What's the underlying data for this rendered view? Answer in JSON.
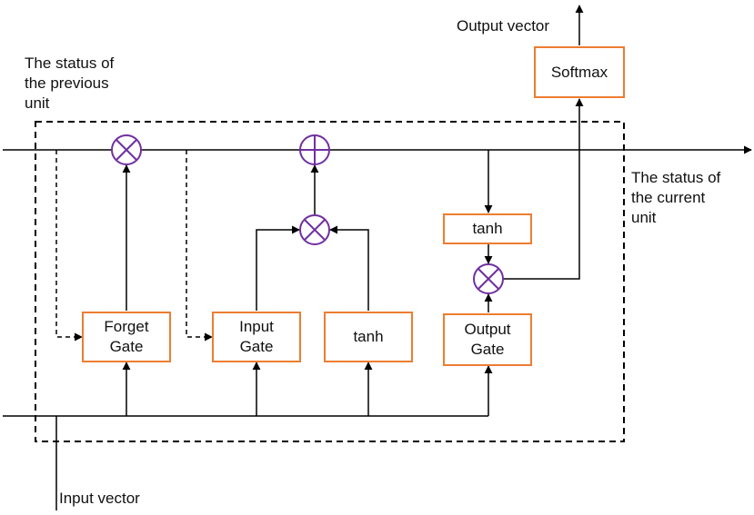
{
  "labels": {
    "output_vector": "Output vector",
    "previous_status": [
      "The status of",
      "the previous",
      "unit"
    ],
    "current_status": [
      "The status of",
      "the current",
      "unit"
    ],
    "input_vector": "Input vector"
  },
  "boxes": {
    "softmax": [
      "Softmax"
    ],
    "forget_gate": [
      "Forget",
      "Gate"
    ],
    "input_gate": [
      "Input",
      "Gate"
    ],
    "tanh_candidate": [
      "tanh"
    ],
    "tanh_state": [
      "tanh"
    ],
    "output_gate": [
      "Output",
      "Gate"
    ]
  },
  "operators": {
    "forget_multiply": "multiply",
    "state_add": "add",
    "input_multiply": "multiply",
    "output_multiply": "multiply"
  },
  "colors": {
    "box_border": "#ED7D31",
    "operator": "#7030A0",
    "line": "#000000"
  }
}
